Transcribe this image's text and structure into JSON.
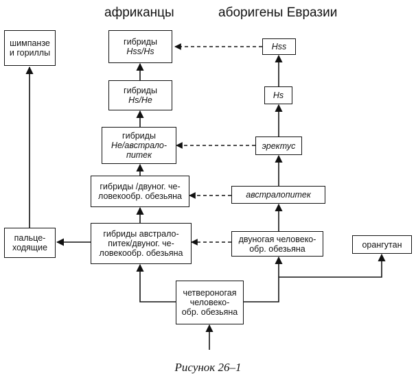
{
  "headers": {
    "africans": "африканцы",
    "eurasians": "аборигены Евразии"
  },
  "nodes": {
    "chimp": [
      "шимпанзе",
      "и гориллы"
    ],
    "knuckle": [
      "пальце-",
      "ходящие"
    ],
    "hybrid_hss_hs": [
      "гибриды",
      "Hss/Hs"
    ],
    "hybrid_hs_he": [
      "гибриды",
      "Hs/He"
    ],
    "hybrid_he_austral": [
      "гибриды",
      "He/австрало-",
      "питек"
    ],
    "hybrid_biped": [
      "гибриды /двуног. че-",
      "ловекообр. обезьяна"
    ],
    "hybrid_austral_biped": [
      "гибриды австрало-",
      "питек/двуног. че-",
      "ловекообр. обезьяна"
    ],
    "quadruped": [
      "четвероногая",
      "человеко-",
      "обр. обезьяна"
    ],
    "hss": [
      "Hss"
    ],
    "hs": [
      "Hs"
    ],
    "erectus": [
      "эректус"
    ],
    "australopithecus": [
      "австралопитек"
    ],
    "biped": [
      "двуногая человеко-",
      "обр. обезьяна"
    ],
    "orangutan": [
      "орангутан"
    ]
  },
  "caption": "Рисунок 26–1"
}
